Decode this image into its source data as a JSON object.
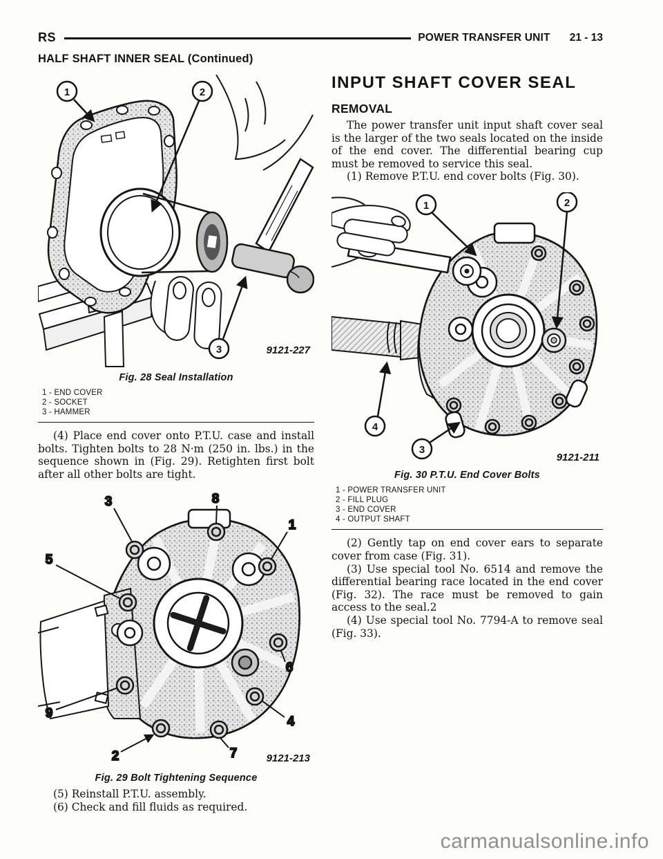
{
  "header": {
    "left": "RS",
    "right_title": "POWER TRANSFER UNIT",
    "page_number": "21 - 13",
    "section_continued": "HALF SHAFT INNER SEAL (Continued)"
  },
  "left_column": {
    "fig28": {
      "caption": "Fig. 28 Seal Installation",
      "image_id": "9121-227",
      "callouts": [
        "1",
        "2",
        "3"
      ],
      "legend": [
        "1 - END COVER",
        "2 - SOCKET",
        "3 - HAMMER"
      ]
    },
    "step4": "(4) Place end cover onto P.T.U. case and install bolts. Tighten bolts to 28 N·m (250 in. lbs.) in the sequence shown in (Fig. 29). Retighten first bolt after all other bolts are tight.",
    "fig29": {
      "caption": "Fig. 29 Bolt Tightening Sequence",
      "image_id": "9121-213",
      "callouts": [
        "1",
        "2",
        "3",
        "4",
        "5",
        "6",
        "7",
        "8",
        "9"
      ]
    },
    "step5": "(5) Reinstall P.T.U. assembly.",
    "step6": "(6) Check and fill fluids as required."
  },
  "right_column": {
    "title": "INPUT SHAFT COVER SEAL",
    "subtitle": "REMOVAL",
    "para1": "The power transfer unit input shaft cover seal is the larger of the two seals located on the inside of the end cover. The differential bearing cup must be removed to service this seal.",
    "step1": "(1) Remove P.T.U. end cover bolts (Fig. 30).",
    "fig30": {
      "caption": "Fig. 30 P.T.U. End Cover Bolts",
      "image_id": "9121-211",
      "callouts": [
        "1",
        "2",
        "3",
        "4"
      ],
      "legend": [
        "1 - POWER TRANSFER UNIT",
        "2 - FILL PLUG",
        "3 - END COVER",
        "4 - OUTPUT SHAFT"
      ]
    },
    "step2": "(2) Gently tap on end cover ears to separate cover from case (Fig. 31).",
    "step3": "(3) Use special tool No. 6514 and remove the differential bearing race located in the end cover (Fig. 32). The race must be removed to gain access to the seal.2",
    "step4": "(4) Use special tool No. 7794-A to remove seal (Fig. 33)."
  },
  "watermark": "carmanualsonline.info"
}
